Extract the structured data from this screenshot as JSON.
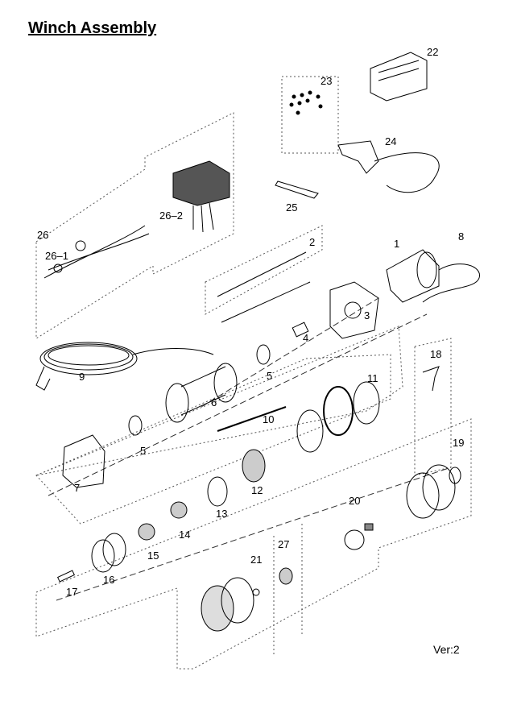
{
  "title": "Winch Assembly",
  "version": "Ver:2",
  "part_labels": {
    "p22": "22",
    "p23": "23",
    "p24": "24",
    "p25": "25",
    "p26": "26",
    "p26_1": "26–1",
    "p26_2": "26–2",
    "p2": "2",
    "p1": "1",
    "p8": "8",
    "p3": "3",
    "p4": "4",
    "p9": "9",
    "p5a": "5",
    "p6": "6",
    "p18": "18",
    "p11": "11",
    "p10": "10",
    "p5b": "5",
    "p19": "19",
    "p7": "7",
    "p12": "12",
    "p13": "13",
    "p20": "20",
    "p14": "14",
    "p15": "15",
    "p16": "16",
    "p17": "17",
    "p21": "21",
    "p27": "27"
  }
}
